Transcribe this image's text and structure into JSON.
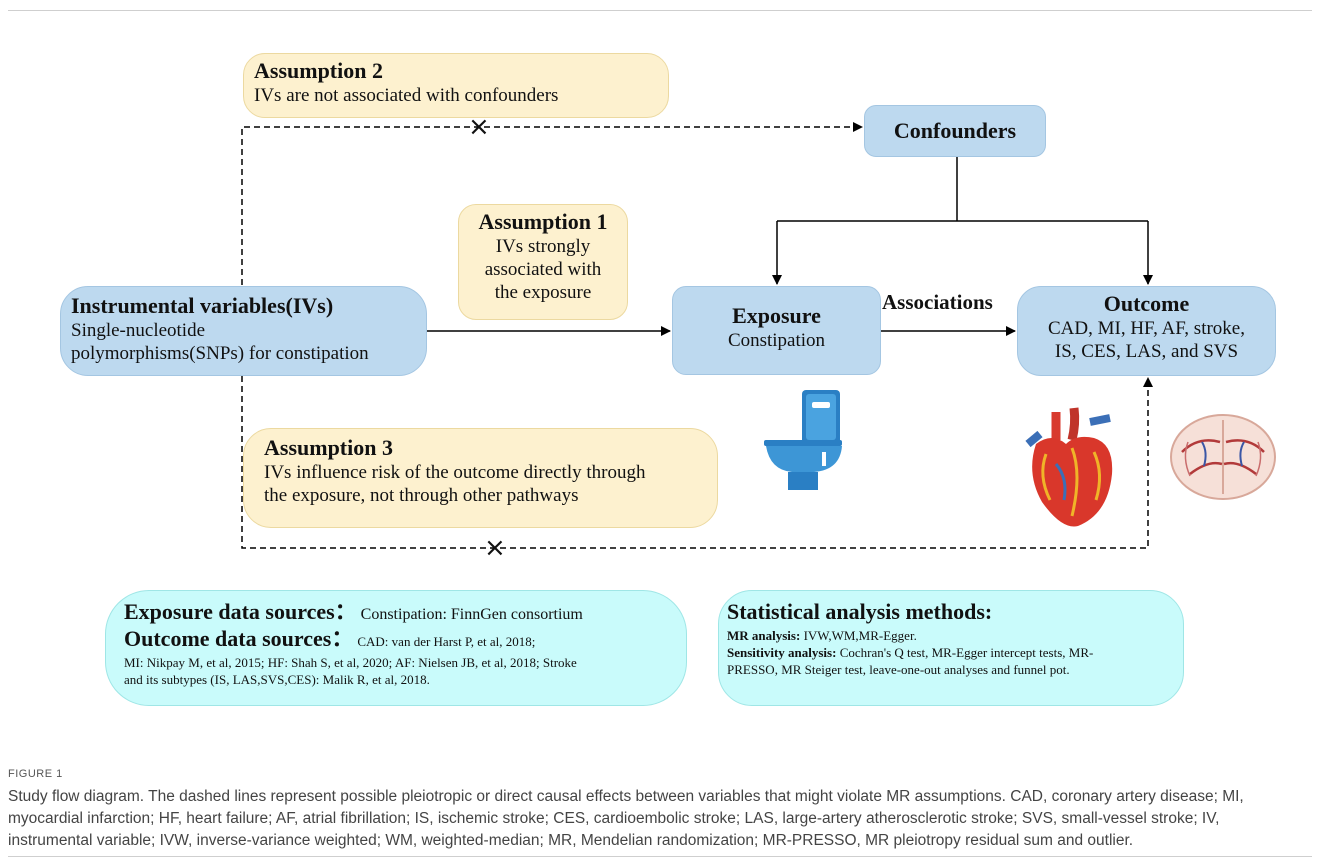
{
  "assumption2": {
    "title": "Assumption 2",
    "text": "IVs are not associated with confounders"
  },
  "assumption1": {
    "title": "Assumption 1",
    "line1": "IVs strongly",
    "line2": "associated with",
    "line3": "the exposure"
  },
  "assumption3": {
    "title": "Assumption 3",
    "line1": "IVs influence risk of the outcome directly through",
    "line2": "the exposure, not through other pathways"
  },
  "confounders": {
    "label": "Confounders"
  },
  "instrumental": {
    "title": "Instrumental variables(IVs)",
    "line1": "Single-nucleotide",
    "line2": "polymorphisms(SNPs) for constipation"
  },
  "exposure": {
    "title": "Exposure",
    "text": "Constipation"
  },
  "associations_label": "Associations",
  "outcome": {
    "title": "Outcome",
    "line1": "CAD, MI, HF, AF, stroke,",
    "line2": "IS, CES, LAS, and SVS"
  },
  "cross_mark": "×",
  "data_sources": {
    "exposure_heading": "Exposure data sources：",
    "exposure_text": "Constipation: FinnGen consortium",
    "outcome_heading": "Outcome data sources：",
    "outcome_text1": "CAD:  van der Harst P, et al, 2018;",
    "outcome_text2": "MI: Nikpay M, et al, 2015;   HF:  Shah S, et al, 2020; AF: Nielsen JB, et al, 2018; Stroke",
    "outcome_text3": "and its subtypes (IS, LAS,SVS,CES): Malik R, et al, 2018."
  },
  "stats": {
    "heading": "Statistical analysis methods:",
    "mr_label": "MR analysis:",
    "mr_text": " IVW,WM,MR-Egger.",
    "sens_label": "Sensitivity analysis:",
    "sens_text1": " Cochran's Q test, MR-Egger intercept tests, MR-",
    "sens_text2": "PRESSO, MR Steiger test, leave-one-out analyses and funnel pot."
  },
  "figure_label": "FIGURE 1",
  "caption": "Study flow diagram. The dashed lines represent possible pleiotropic or direct causal effects between variables that might violate MR assumptions. CAD, coronary artery disease; MI, myocardial infarction; HF, heart failure; AF, atrial fibrillation; IS, ischemic stroke; CES, cardioembolic stroke; LAS, large-artery atherosclerotic stroke; SVS, small-vessel stroke; IV, instrumental variable; IVW, inverse-variance weighted; WM, weighted-median; MR, Mendelian randomization; MR-PRESSO, MR pleiotropy residual sum and outlier.",
  "colors": {
    "yellow_box": "#fdf1cf",
    "blue_box": "#bdd9ef",
    "cyan_box": "#c9fbfb"
  },
  "icons": [
    "toilet-icon",
    "heart-icon",
    "brain-icon"
  ]
}
